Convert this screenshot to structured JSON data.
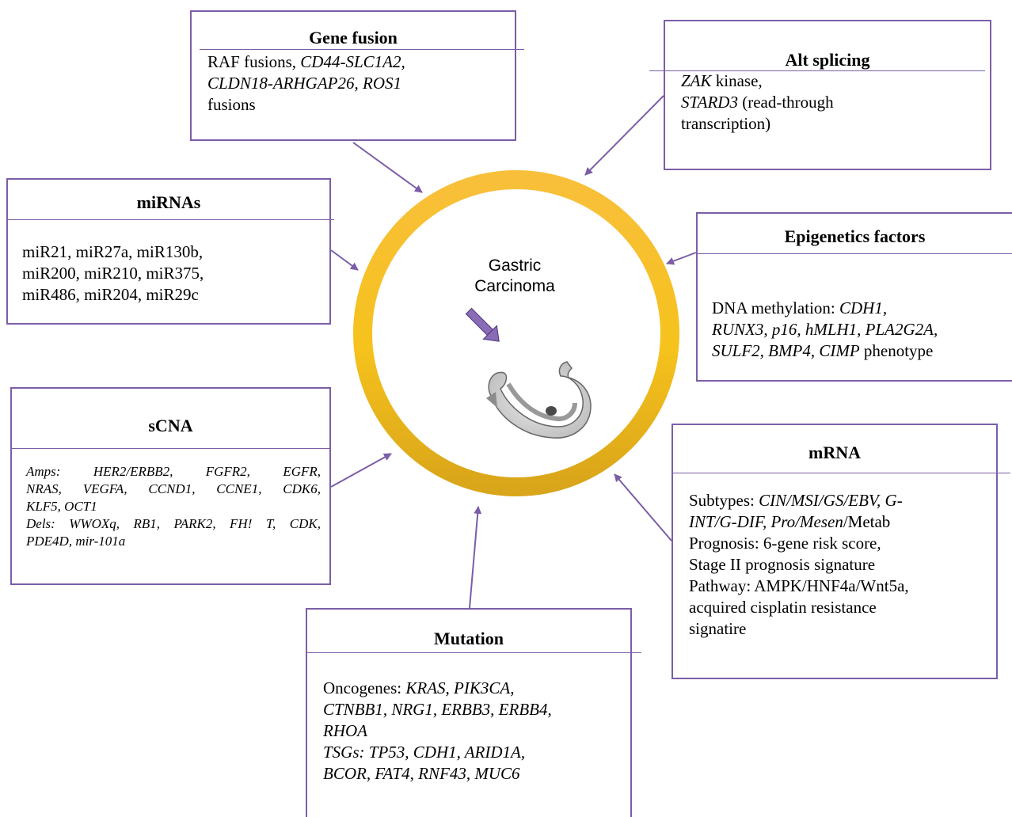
{
  "center": {
    "line1": "Gastric",
    "line2": "Carcinoma"
  },
  "gene_fusion": {
    "title": "Gene fusion",
    "t1": "RAF fusions, ",
    "t2": "CD44-SLC1A2,",
    "t3": "CLDN18-ARHGAP26, ROS1",
    "t4": "fusions"
  },
  "alt_splicing": {
    "title": "Alt splicing",
    "t1": "ZAK",
    "t2": " kinase,",
    "t3": "STARD3",
    "t4": " (read-through",
    "t5": "transcription)"
  },
  "mirnas": {
    "title": "miRNAs",
    "lines": [
      "miR21, miR27a, miR130b,",
      "miR200, miR210, miR375,",
      "miR486, miR204, miR29c"
    ]
  },
  "epigenetics": {
    "title": "Epigenetics factors",
    "t1": "DNA methylation: ",
    "t2": "CDH1,",
    "t3": "RUNX3, p16, hMLH1, PLA2G2A,",
    "t4": "SULF2, BMP4, CIMP",
    "t5": " phenotype"
  },
  "scna": {
    "title": "sCNA",
    "lines": [
      "Amps: HER2/ERBB2, FGFR2, EGFR,",
      "NRAS, VEGFA, CCND1, CCNE1, CDK6,",
      "KLF5, OCT1",
      "Dels: WWOXq, RB1, PARK2, FH! T, CDK,",
      "PDE4D, mir-101a"
    ]
  },
  "mrna": {
    "title": "mRNA",
    "t1": "Subtypes: ",
    "t2": "CIN/MSI/GS/EBV, G-",
    "t3": "INT/G-DIF, Pro/Mesen",
    "t4": "/Metab",
    "l3": "Prognosis: 6-gene risk score,",
    "l4": "Stage II prognosis signature",
    "l5": "Pathway: AMPK/HNF4a/Wnt5a,",
    "l6": "acquired cisplatin resistance",
    "l7": "signatire"
  },
  "mutation": {
    "title": "Mutation",
    "t1": "Oncogenes: ",
    "t2": "KRAS, PIK3CA,",
    "l2": "CTNBB1, NRG1, ERBB3, ERBB4,",
    "l3": "RHOA",
    "l4": "TSGs: TP53, CDH1, ARID1A,",
    "l5": "BCOR, FAT4, RNF43, MUC6"
  },
  "colors": {
    "border": "#7b5ea7",
    "ring_outer": "#e2ac1c",
    "ring_inner": "#f7c342"
  }
}
